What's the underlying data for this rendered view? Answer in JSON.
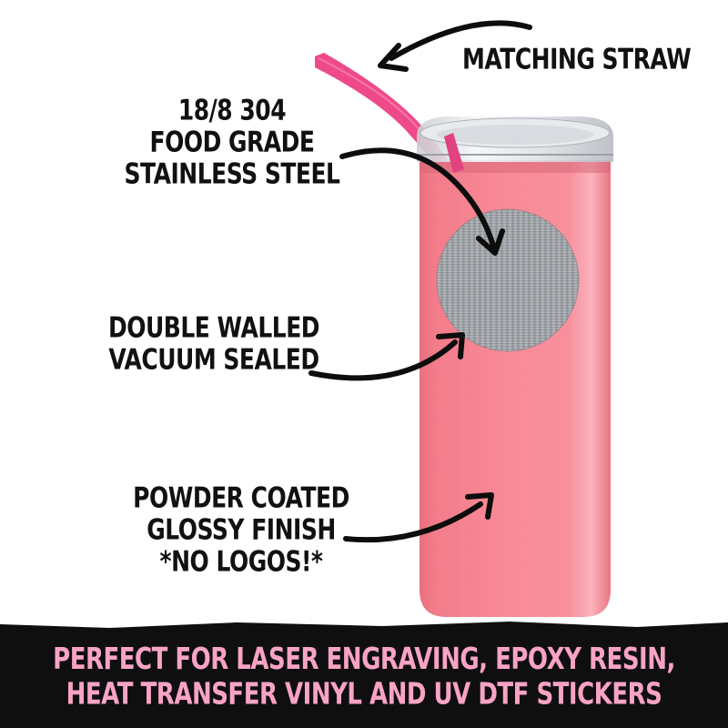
{
  "callouts": {
    "straw": {
      "lines": [
        "MATCHING STRAW"
      ]
    },
    "steel": {
      "lines": [
        "18/8 304",
        "FOOD GRADE",
        "STAINLESS STEEL"
      ]
    },
    "wall": {
      "lines": [
        "DOUBLE WALLED",
        "VACUUM SEALED"
      ]
    },
    "finish": {
      "lines": [
        "POWDER COATED",
        "GLOSSY FINISH",
        "*NO LOGOS!*"
      ]
    }
  },
  "banner": {
    "lines": [
      "PERFECT FOR LASER ENGRAVING, EPOXY RESIN,",
      "HEAT TRANSFER VINYL AND UV DTF STICKERS"
    ]
  },
  "colors": {
    "tumbler": "#f6808e",
    "straw": "#ee4a8a",
    "banner_bg": "#0f0f0f",
    "banner_text": "#f8a3c5",
    "label_text": "#111111",
    "steel": "#9ea2a6"
  },
  "icons": [
    "curved-arrow-icon",
    "tumbler-image",
    "straw-image",
    "lid-image",
    "steel-swatch-image"
  ]
}
